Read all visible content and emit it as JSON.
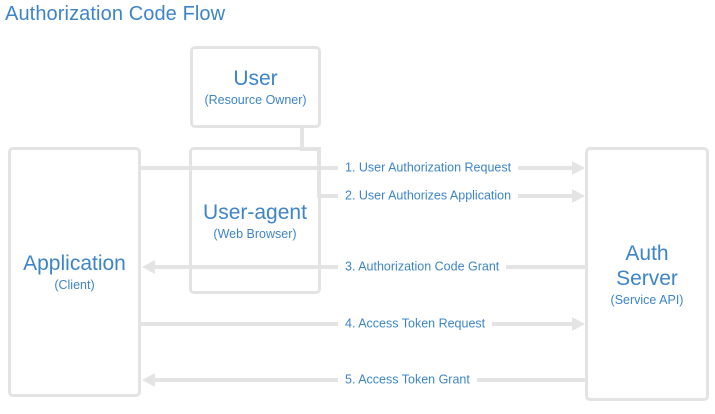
{
  "title": "Authorization Code Flow",
  "theme": {
    "accent_blue": "#3d85c8",
    "line_gray": "#e4e4e4",
    "box_border": "#e3e3e3",
    "background": "#ffffff"
  },
  "actors": [
    {
      "id": "application",
      "name": "Application",
      "subtitle": "(Client)"
    },
    {
      "id": "user",
      "name": "User",
      "subtitle": "(Resource Owner)"
    },
    {
      "id": "user-agent",
      "name": "User-agent",
      "subtitle": "(Web Browser)"
    },
    {
      "id": "auth-server",
      "name": "Auth\nServer",
      "subtitle": "(Service API)"
    }
  ],
  "steps": [
    {
      "number": "1.",
      "label": "1. User Authorization Request",
      "text": "User Authorization Request",
      "from": "application",
      "to": "auth-server",
      "direction": "right"
    },
    {
      "number": "2.",
      "label": "2. User Authorizes Application",
      "text": "User Authorizes Application",
      "from": "user",
      "to": "auth-server",
      "direction": "right"
    },
    {
      "number": "3.",
      "label": "3. Authorization Code Grant",
      "text": "Authorization Code Grant",
      "from": "auth-server",
      "to": "application",
      "direction": "left"
    },
    {
      "number": "4.",
      "label": "4. Access Token Request",
      "text": "Access Token Request",
      "from": "application",
      "to": "auth-server",
      "direction": "right"
    },
    {
      "number": "5.",
      "label": "5. Access Token Grant",
      "text": "Access Token Grant",
      "from": "auth-server",
      "to": "application",
      "direction": "left"
    }
  ]
}
